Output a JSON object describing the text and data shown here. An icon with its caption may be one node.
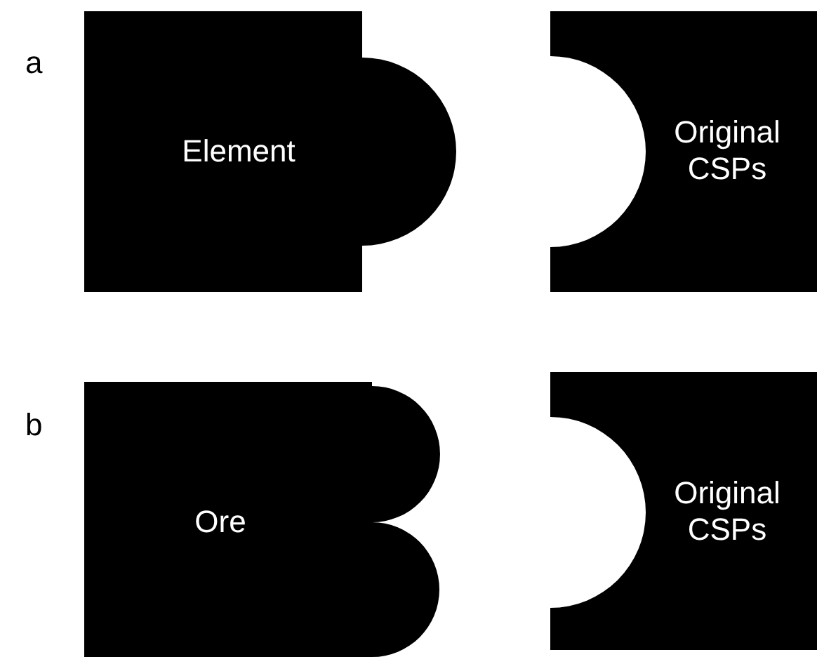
{
  "diagram": {
    "nodes": [
      {
        "text": [
          "Element"
        ]
      },
      {
        "text": [
          "Original CSPs"
        ]
      },
      {
        "text": [
          "Ore"
        ]
      },
      {
        "text": [
          "Original CSPs"
        ]
      }
    ],
    "labels": [
      "a",
      "b"
    ]
  }
}
